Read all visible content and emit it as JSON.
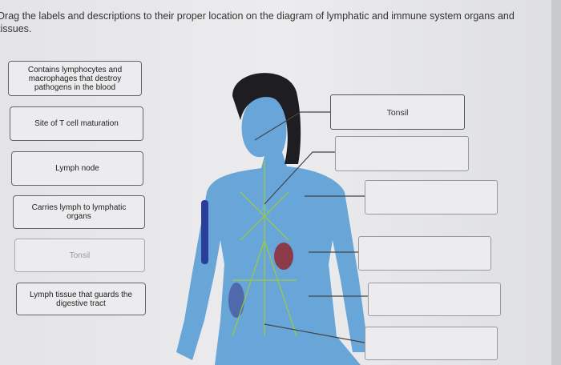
{
  "instructions": "Drag the labels and descriptions to their proper location on the diagram of lymphatic and immune system organs and tissues.",
  "cards": [
    {
      "label": "Contains lymphocytes and macrophages that destroy pathogens in the blood",
      "used": false
    },
    {
      "label": "Site of T cell maturation",
      "used": false
    },
    {
      "label": "Lymph node",
      "used": false
    },
    {
      "label": "Carries lymph to lymphatic organs",
      "used": false
    },
    {
      "label": "Tonsil",
      "used": true
    },
    {
      "label": "Lymph tissue that guards the digestive tract",
      "used": false
    }
  ],
  "targets": [
    {
      "label": "Tonsil"
    },
    {
      "label": ""
    },
    {
      "label": ""
    },
    {
      "label": ""
    },
    {
      "label": ""
    },
    {
      "label": ""
    }
  ],
  "colors": {
    "body": "#5a9fd6",
    "vessels": "#9ccc3a",
    "hair": "#1e1e22",
    "spleen": "#8b3a4a"
  }
}
